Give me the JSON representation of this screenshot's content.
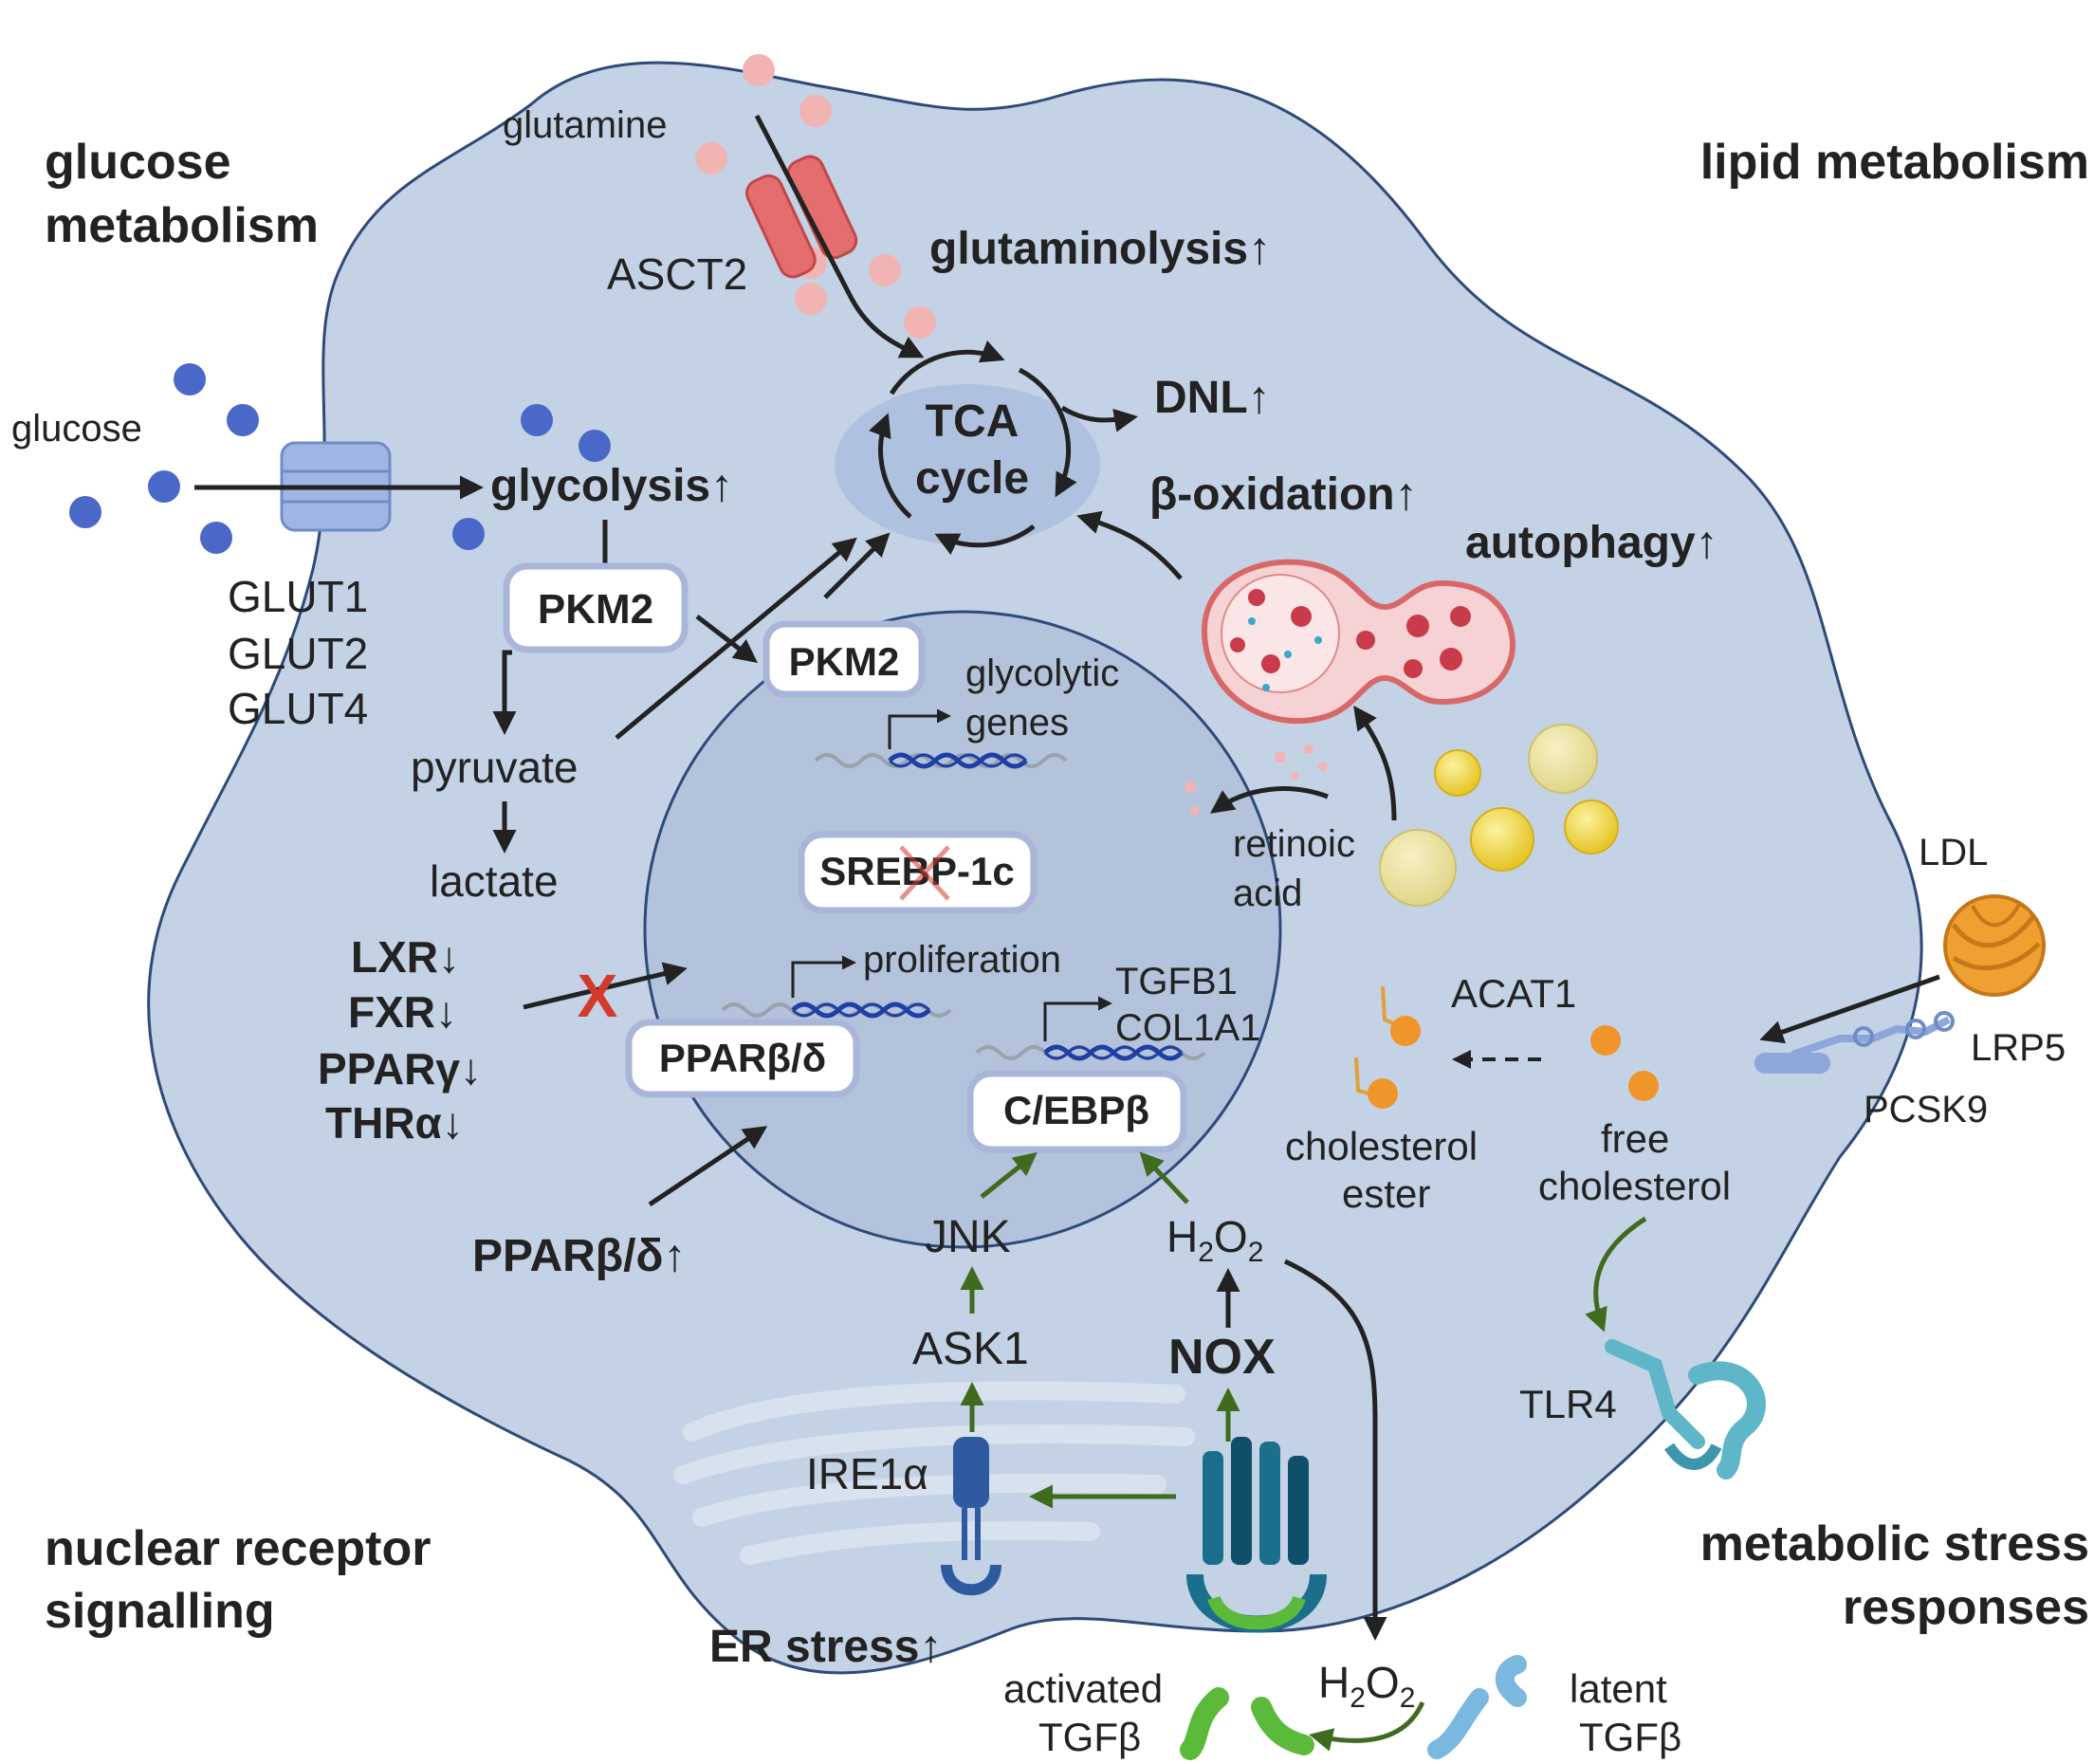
{
  "corners": {
    "top_left": [
      "glucose",
      "metabolism"
    ],
    "top_right": "lipid metabolism",
    "bottom_left": [
      "nuclear receptor",
      "signalling"
    ],
    "bottom_right": [
      "metabolic stress",
      "responses"
    ]
  },
  "glucose": {
    "substrate": "glucose",
    "transporters": [
      "GLUT1",
      "GLUT2",
      "GLUT4"
    ],
    "glycolysis": "glycolysis",
    "pkm2_cyto": "PKM2",
    "pkm2_nuc": "PKM2",
    "pyruvate": "pyruvate",
    "lactate": "lactate",
    "glycolytic_genes": [
      "glycolytic",
      "genes"
    ]
  },
  "glutamine": {
    "substrate": "glutamine",
    "transporter": "ASCT2",
    "glutaminolysis": "glutaminolysis"
  },
  "tca": {
    "line1": "TCA",
    "line2": "cycle",
    "dnl": "DNL",
    "beta_ox": "β-oxidation",
    "autophagy": "autophagy"
  },
  "lipid": {
    "retinoic_acid": [
      "retinoic",
      "acid"
    ],
    "ldl": "LDL",
    "lrp5": "LRP5",
    "pcsk9": "PCSK9",
    "acat1": "ACAT1",
    "cholesterol_ester": [
      "cholesterol",
      "ester"
    ],
    "free_cholesterol": [
      "free",
      "cholesterol"
    ],
    "tlr4": "TLR4"
  },
  "nuclear": {
    "srebp": "SREBP-1c",
    "receptors_down": [
      "LXR",
      "FXR",
      "PPARγ",
      "THRα"
    ],
    "ppar_nuc": "PPARβ/δ",
    "ppar_up": "PPARβ/δ",
    "proliferation": "proliferation",
    "targets": [
      "TGFB1",
      "COL1A1"
    ],
    "cebpb": "C/EBPβ"
  },
  "stress": {
    "jnk": "JNK",
    "ask1": "ASK1",
    "ire1a": "IRE1α",
    "nox": "NOX",
    "h2o2": "H",
    "h2o2_sub": "2",
    "h2o2_o": "O",
    "er_stress": "ER stress",
    "activated_tgfb": [
      "activated",
      "TGFβ"
    ],
    "latent_tgfb": [
      "latent",
      "TGFβ"
    ]
  },
  "symbols": {
    "up": "↑",
    "down": "↓",
    "block": "X"
  },
  "colors": {
    "cell": "#c4d2e6",
    "cell_stroke": "#2e4a78",
    "nucleus": "#b3c3dc",
    "transporter": "#9fb6e4",
    "glucose_dot": "#4a68c8",
    "glutamine_dot": "#f2b3b3",
    "asct2": "#e46d6d",
    "green_arrow": "#3f6b1f",
    "lipid_drop": "#f2d93a",
    "ldl": "#f0a030",
    "cholesterol": "#f0952a",
    "tgfb_active": "#5cba3a",
    "tgfb_latent": "#7bb8e0",
    "receptor_teal": "#1b6f8c",
    "block_red": "#d33a2c"
  }
}
